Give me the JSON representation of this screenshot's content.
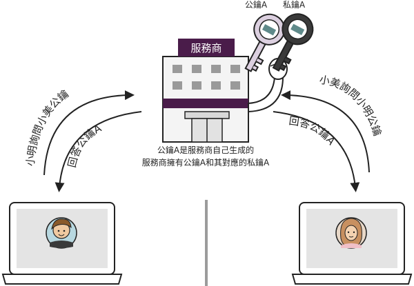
{
  "server": {
    "sign_label": "服務商",
    "caption_line1": "公鑰A是服務商自己生成的",
    "caption_line2": "服務商擁有公鑰A和其對應的私鑰A"
  },
  "keys": {
    "public_label": "公鑰A",
    "private_label": "私鑰A"
  },
  "left_flow": {
    "request_text": "小明詢問小美公鑰",
    "reply_text": "回答公鑰A"
  },
  "right_flow": {
    "request_text": "小美詢問小明公鑰",
    "reply_text": "回答公鑰A"
  },
  "colors": {
    "purple": "#4a1c4a",
    "outline": "#222222",
    "building_fill": "#f4f4f4",
    "window": "#9a9a9a",
    "screen": "#e4e4e4",
    "divider": "#9b9b9b",
    "public_key_fill": "#dcd0e0",
    "private_key_fill": "#3a3a3a"
  },
  "icons": {
    "public_key": "key-icon",
    "private_key": "key-icon",
    "building": "building-icon",
    "hand": "hand-icon",
    "avatar_left": "boy-avatar-icon",
    "avatar_right": "girl-avatar-icon"
  }
}
